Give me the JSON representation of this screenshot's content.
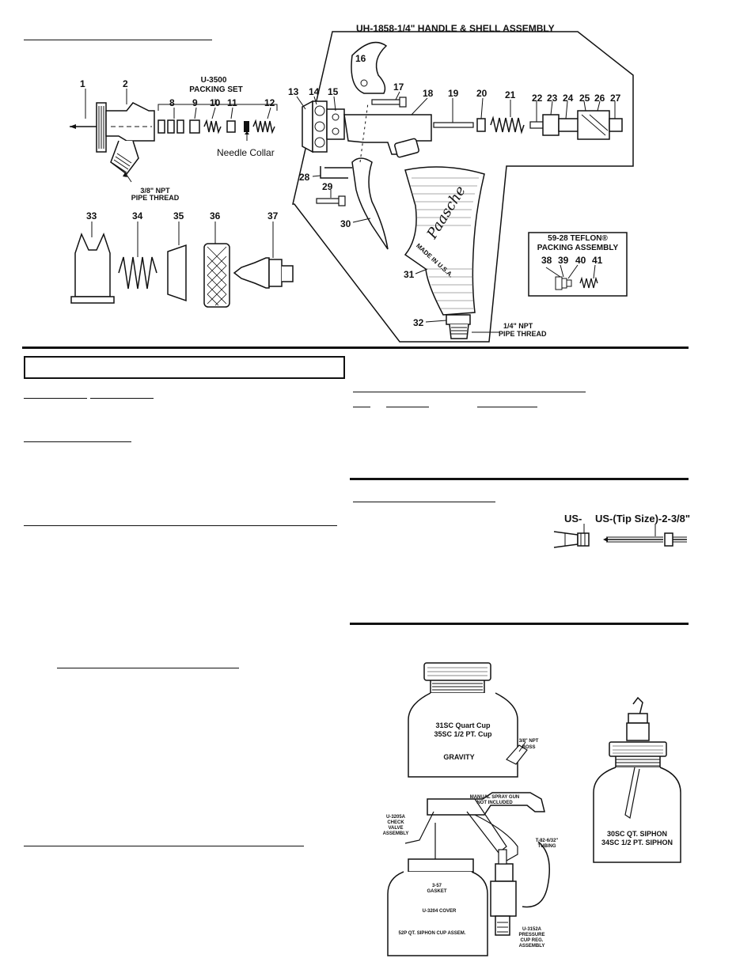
{
  "diagram": {
    "handle_assembly_title": "UH-1858-1/4\" HANDLE & SHELL ASSEMBLY",
    "packing_set_title": "U-3500\nPACKING SET",
    "packing_set_line1": "U-3500",
    "packing_set_line2": "PACKING SET",
    "needle_collar": "Needle Collar",
    "npt_38_line1": "3/8\" NPT",
    "npt_38_line2": "PIPE THREAD",
    "npt_14_line1": "1/4\" NPT",
    "npt_14_line2": "PIPE THREAD",
    "teflon_line1": "59-28 TEFLON®",
    "teflon_line2": "PACKING ASSEMBLY",
    "handle_script": "Paasche",
    "handle_made_in": "MADE IN U.S.A.",
    "part_numbers": [
      "1",
      "2",
      "8",
      "9",
      "10",
      "11",
      "12",
      "13",
      "14",
      "15",
      "16",
      "17",
      "18",
      "19",
      "20",
      "21",
      "22",
      "23",
      "24",
      "25",
      "26",
      "27",
      "28",
      "29",
      "30",
      "31",
      "32",
      "33",
      "34",
      "35",
      "36",
      "37",
      "38",
      "39",
      "40",
      "41"
    ]
  },
  "tips": {
    "us_label": "US-",
    "us_tip_label": "US-(Tip Size)-2-3/8\""
  },
  "cups": {
    "gravity_line1": "31SC  Quart Cup",
    "gravity_line2": "35SC  1/2 PT. Cup",
    "gravity_label": "GRAVITY",
    "boss_line1": "3/8\" NPT",
    "boss_line2": "BOSS",
    "siphon_line1": "30SC QT. SIPHON",
    "siphon_line2": "34SC 1/2 PT. SIPHON",
    "manual_gun_line1": "MANUAL SPRAY GUN",
    "manual_gun_line2": "NOT INCLUDED",
    "check_valve_line1": "U-3205A",
    "check_valve_line2": "CHECK",
    "check_valve_line3": "VALVE",
    "check_valve_line4": "ASSEMBLY",
    "tubing_line1": "T-82-6/32\"",
    "tubing_line2": "TUBING",
    "gasket_line1": "3-57",
    "gasket_line2": "GASKET",
    "cover": "U-3204 COVER",
    "siphon_assem": "52P QT. SIPHON CUP ASSEM.",
    "reg_line1": "U-3152A",
    "reg_line2": "PRESSURE",
    "reg_line3": "CUP REG.",
    "reg_line4": "ASSEMBLY"
  }
}
